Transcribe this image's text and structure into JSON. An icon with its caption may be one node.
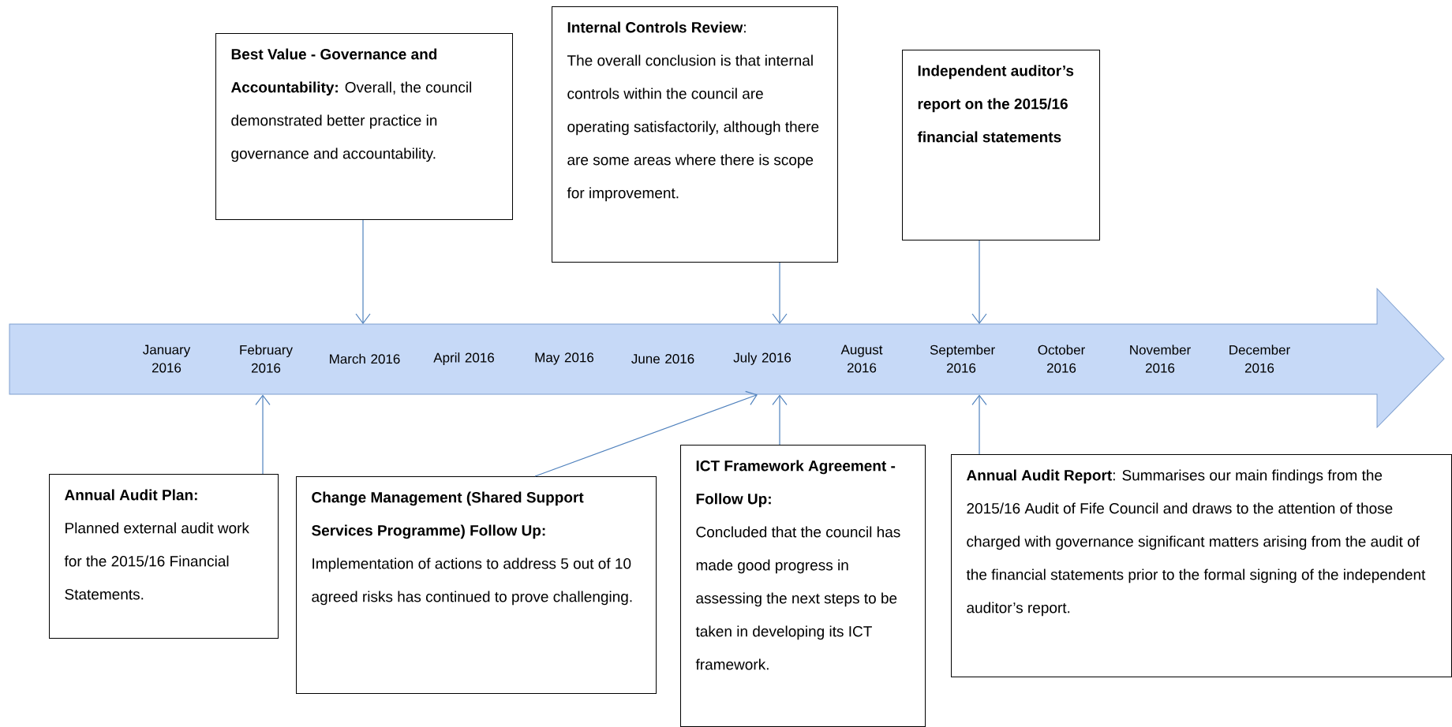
{
  "diagram": {
    "nodes": [
      {
        "text": [
          "**Best Value - Governance and Accountability:** Overall, the council demonstrated better practice in governance and accountability."
        ]
      },
      {
        "text": [
          "**Internal Controls Review**:",
          "The overall conclusion is that internal controls within the council are operating satisfactorily, although there are some areas where there is scope for improvement."
        ]
      },
      {
        "text": [
          "Independent auditor’s report on the 2015/16 financial statements"
        ]
      },
      {
        "text": [
          "January 2016",
          "February 2016",
          "March 2016",
          "April 2016",
          "May 2016",
          "June 2016",
          "July 2016",
          "August 2016",
          "September 2016",
          "October 2016",
          "November 2016",
          "December 2016"
        ]
      },
      {
        "text": [
          "Annual Audit Plan:",
          "Planned external audit work for the 2015/16 Financial Statements."
        ]
      },
      {
        "text": [
          "Change Management (Shared Support Services Programme) Follow Up:",
          "Implementation of actions to address 5 out of 10 agreed risks has continued to prove challenging."
        ]
      },
      {
        "text": [
          "ICT Framework Agreement - Follow Up:",
          "Concluded that the council has made good progress in assessing the next steps to be taken in developing its ICT framework."
        ]
      },
      {
        "text": [
          "**Annual Audit Report**:  Summarises our main findings from the 2015/16 Audit of Fife Council and draws to the attention of those charged with governance significant matters arising from the audit of the financial statements prior to the formal signing of the independent auditor’s report."
        ]
      }
    ],
    "edges": [
      {
        "from": 0,
        "to": 3,
        "arrow": "to"
      },
      {
        "from": 1,
        "to": 3,
        "arrow": "to"
      },
      {
        "from": 2,
        "to": 3,
        "arrow": "to"
      },
      {
        "from": 4,
        "to": 3,
        "arrow": "to"
      },
      {
        "from": 5,
        "to": 3,
        "arrow": "to"
      },
      {
        "from": 6,
        "to": 3,
        "arrow": "to"
      },
      {
        "from": 7,
        "to": 3,
        "arrow": "to"
      }
    ]
  }
}
